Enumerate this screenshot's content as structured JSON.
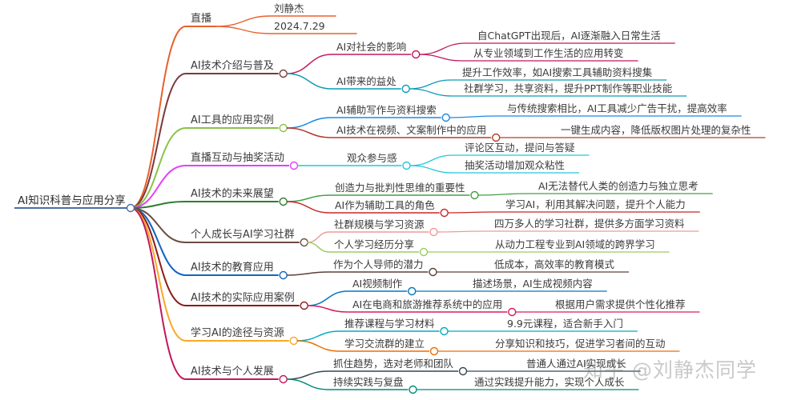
{
  "root": "AI知识科普与应用分享",
  "watermark": "知乎 @刘静杰同学",
  "branches": [
    {
      "label": "直播",
      "color": "#e8612c",
      "children": [
        {
          "label": "刘静杰",
          "children": []
        },
        {
          "label": "2024.7.29",
          "children": []
        }
      ]
    },
    {
      "label": "AI技术介绍与普及",
      "color": "#7a3a3a",
      "children": [
        {
          "label": "AI对社会的影响",
          "color": "#c2185b",
          "children": [
            "自ChatGPT出现后，AI逐渐融入日常生活",
            "从专业领域到工作生活的应用转变"
          ]
        },
        {
          "label": "AI带来的益处",
          "color": "#0e9ab8",
          "children": [
            "提升工作效率，如AI搜索工具辅助资料搜集",
            "社群学习，共享资料，提升PPT制作等职业技能"
          ]
        }
      ]
    },
    {
      "label": "AI工具的应用实例",
      "color": "#8bc34a",
      "children": [
        {
          "label": "AI辅助写作与资料搜索",
          "color": "#1e88e5",
          "children": [
            "与传统搜索相比，AI工具减少广告干扰，提高效率"
          ]
        },
        {
          "label": "AI技术在视频、文案制作中的应用",
          "color": "#b23c2c",
          "children": [
            "一键生成内容，降低版权图片处理的复杂性"
          ]
        }
      ]
    },
    {
      "label": "直播互动与抽奖活动",
      "color": "#e040fb",
      "children": [
        {
          "label": "观众参与感",
          "color": "#26c6da",
          "children": [
            "评论区互动，提问与答疑",
            "抽奖活动增加观众粘性"
          ]
        }
      ]
    },
    {
      "label": "AI技术的未来展望",
      "color": "#2e7d32",
      "children": [
        {
          "label": "创造力与批判性思维的重要性",
          "color": "#43a047",
          "children": [
            "AI无法替代人类的创造力与独立思考"
          ]
        },
        {
          "label": "AI作为辅助工具的角色",
          "color": "#c62828",
          "children": [
            "学习AI，利用其解决问题，提升个人能力"
          ]
        }
      ]
    },
    {
      "label": "个人成长与AI学习社群",
      "color": "#6d4c41",
      "children": [
        {
          "label": "社群规模与学习资源",
          "color": "#ef9a9a",
          "children": [
            "四万多人的学习社群，提供多方面学习资料"
          ]
        },
        {
          "label": "个人学习经历分享",
          "color": "#9ccc65",
          "children": [
            "从动力工程专业到AI领域的跨界学习"
          ]
        }
      ]
    },
    {
      "label": "AI技术的教育应用",
      "color": "#1565c0",
      "children": [
        {
          "label": "作为个人导师的潜力",
          "color": "#5d4037",
          "children": [
            "低成本，高效率的教育模式"
          ]
        }
      ]
    },
    {
      "label": "AI技术的实际应用案例",
      "color": "#8d1b1b",
      "children": [
        {
          "label": "AI视频制作",
          "color": "#0277bd",
          "children": [
            "描述场景，AI生成视频内容"
          ]
        },
        {
          "label": "AI在电商和旅游推荐系统中的应用",
          "color": "#d81b60",
          "children": [
            "根据用户需求提供个性化推荐"
          ]
        }
      ]
    },
    {
      "label": "学习AI的途径与资源",
      "color": "#f9a825",
      "children": [
        {
          "label": "推荐课程与学习材料",
          "color": "#00acc1",
          "children": [
            "9.9元课程，适合新手入门"
          ]
        },
        {
          "label": "学习交流群的建立",
          "color": "#ef6c00",
          "children": [
            "分享知识和技巧，促进学习者间的互动"
          ]
        }
      ]
    },
    {
      "label": "AI技术与个人发展",
      "color": "#c2185b",
      "children": [
        {
          "label": "抓住趋势，选对老师和团队",
          "color": "#37474f",
          "children": [
            "普通人通过AI实现成长"
          ]
        },
        {
          "label": "持续实践与复盘",
          "color": "#00897b",
          "children": [
            "通过实践提升能力，实现个人成长"
          ]
        }
      ]
    }
  ]
}
